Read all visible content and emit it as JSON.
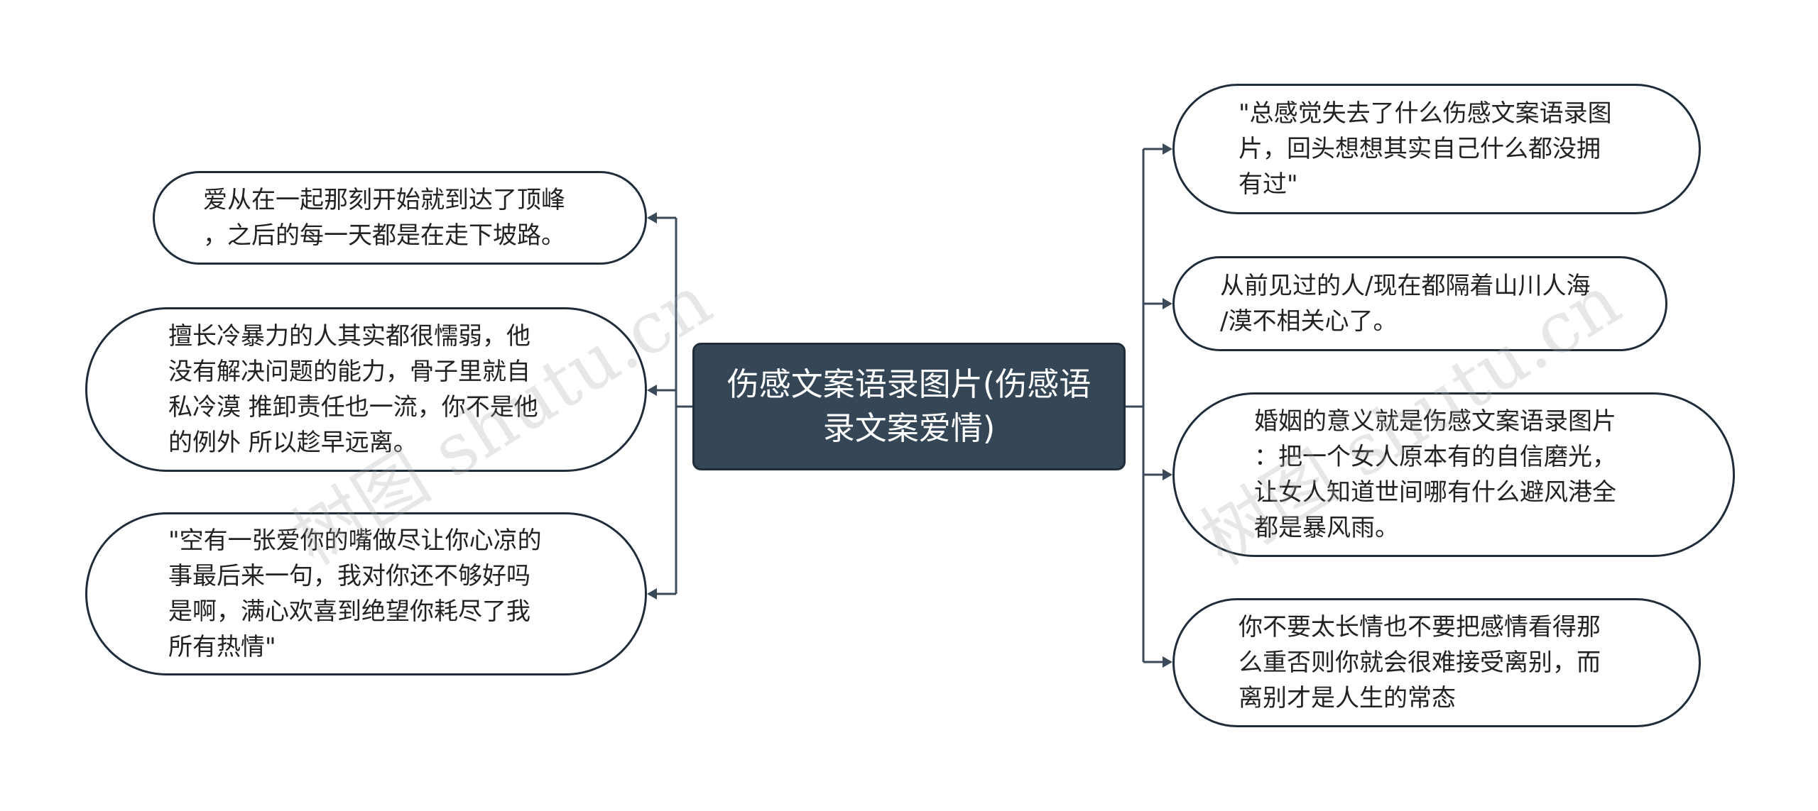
{
  "colors": {
    "center_fill": "#354757",
    "center_text": "#ffffff",
    "node_border": "#1f2d3a",
    "node_text": "#222222",
    "connector": "#3b4a58",
    "background": "#ffffff"
  },
  "center": {
    "text": "伤感文案语录图片(伤感语\n录文案爱情)"
  },
  "left_nodes": [
    {
      "text": "爱从在一起那刻开始就到达了顶峰\n，之后的每一天都是在走下坡路。"
    },
    {
      "text": "擅长冷暴力的人其实都很懦弱，他\n没有解决问题的能力，骨子里就自\n私冷漠 推卸责任也一流，你不是他\n的例外 所以趁早远离。"
    },
    {
      "text": "\"空有一张爱你的嘴做尽让你心凉的\n事最后来一句，我对你还不够好吗\n是啊，满心欢喜到绝望你耗尽了我\n所有热情\""
    }
  ],
  "right_nodes": [
    {
      "text": "\"总感觉失去了什么伤感文案语录图\n片，回头想想其实自己什么都没拥\n有过\""
    },
    {
      "text": "从前见过的人/现在都隔着山川人海\n/漠不相关心了。"
    },
    {
      "text": "婚姻的意义就是伤感文案语录图片\n：把一个女人原本有的自信磨光，\n让女人知道世间哪有什么避风港全\n都是暴风雨。"
    },
    {
      "text": "你不要太长情也不要把感情看得那\n么重否则你就会很难接受离别，而\n离别才是人生的常态"
    }
  ],
  "watermarks": [
    "树图 shutu.cn",
    "树图 shutu.cn"
  ]
}
